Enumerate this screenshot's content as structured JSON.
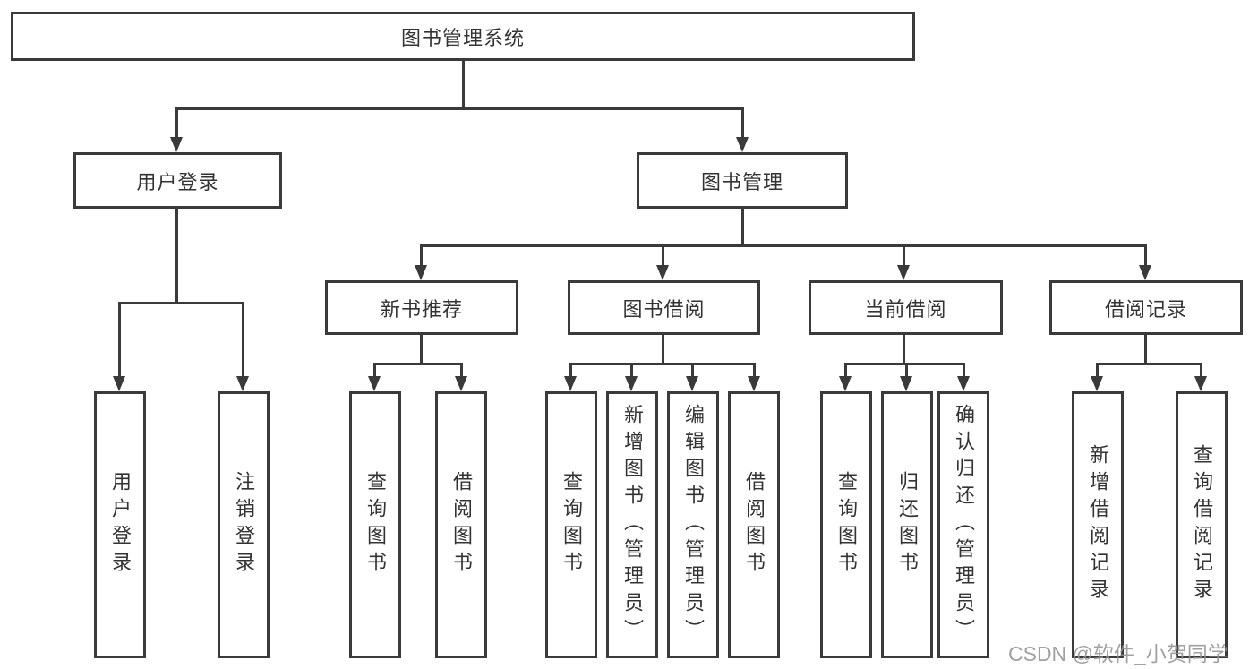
{
  "diagram": {
    "root": "图书管理系统",
    "user_login": {
      "label": "用户登录",
      "children": [
        "用户登录",
        "注销登录"
      ]
    },
    "book_management": {
      "label": "图书管理",
      "sections": [
        {
          "label": "新书推荐",
          "children": [
            "查询图书",
            "借阅图书"
          ]
        },
        {
          "label": "图书借阅",
          "children": [
            "查询图书",
            "新增图书（管理员）",
            "编辑图书（管理员）",
            "借阅图书"
          ]
        },
        {
          "label": "当前借阅",
          "children": [
            "查询图书",
            "归还图书",
            "确认归还（管理员）"
          ]
        },
        {
          "label": "借阅记录",
          "children": [
            "新增借阅记录",
            "查询借阅记录"
          ]
        }
      ]
    },
    "watermark": "CSDN @软件_小贺同学",
    "colors": {
      "line": "#3a3a3a",
      "text": "#333333",
      "watermark": "#919191",
      "background": "#ffffff"
    }
  }
}
